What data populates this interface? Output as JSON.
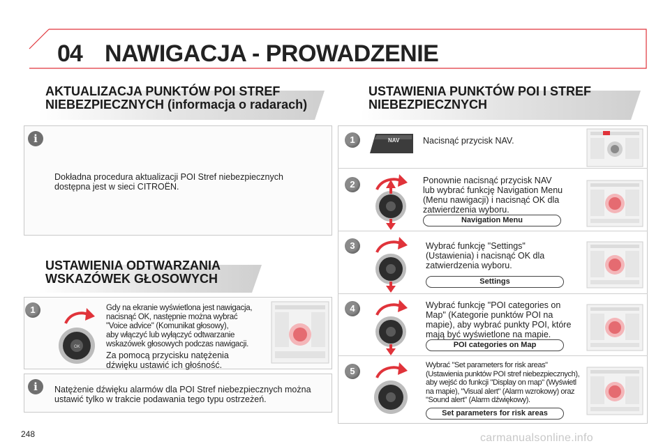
{
  "header": {
    "chapter": "04",
    "title": "NAWIGACJA - PROWADZENIE"
  },
  "left": {
    "section1_title_line1": "AKTUALIZACJA PUNKTÓW POI STREF",
    "section1_title_line2": "NIEBEZPIECZNYCH (informacja o radarach)",
    "info1_line1": "Dokładna procedura aktualizacji POI Stref niebezpiecznych",
    "info1_line2": "dostępna jest w sieci CITROËN.",
    "section2_title_line1": "USTAWIENIA ODTWARZANIA",
    "section2_title_line2": "WSKAZÓWEK GŁOSOWYCH",
    "step1_number": "1",
    "step1_lines": [
      "Gdy na ekranie wyświetlona jest nawigacja,",
      "nacisnąć OK, następnie można wybrać",
      "\"Voice advice\" (Komunikat głosowy),",
      "aby włączyć lub wyłączyć odtwarzanie",
      "wskazówek głosowych podczas nawigacji."
    ],
    "step1_extra_line1": "Za pomocą przycisku natężenia",
    "step1_extra_line2": "dźwięku ustawić ich głośność.",
    "info2_line1": "Natężenie dźwięku alarmów dla POI Stref niebezpiecznych można",
    "info2_line2": "ustawić tylko w trakcie podawania tego typu ostrzeżeń."
  },
  "right": {
    "title_line1": "USTAWIENIA PUNKTÓW POI I STREF",
    "title_line2": "NIEBEZPIECZNYCH",
    "nav_button_label": "NAV",
    "steps": [
      {
        "number": "1",
        "lines": [
          "Nacisnąć przycisk NAV."
        ],
        "pill": ""
      },
      {
        "number": "2",
        "lines": [
          "Ponownie nacisnąć przycisk NAV",
          "lub wybrać funkcję Navigation Menu",
          "(Menu nawigacji) i nacisnąć OK dla",
          "zatwierdzenia wyboru."
        ],
        "pill": "Navigation Menu"
      },
      {
        "number": "3",
        "lines": [
          "Wybrać funkcję \"Settings\"",
          "(Ustawienia) i nacisnąć OK dla",
          "zatwierdzenia wyboru."
        ],
        "pill": "Settings"
      },
      {
        "number": "4",
        "lines": [
          "Wybrać funkcję \"POI categories on",
          "Map\" (Kategorie punktów POI na",
          "mapie), aby wybrać punkty POI, które",
          "mają być wyświetlone na mapie."
        ],
        "pill": "POI categories on Map"
      },
      {
        "number": "5",
        "lines": [
          "Wybrać \"Set parameters for risk areas\"",
          "(Ustawienia punktów POI stref niebezpiecznych),",
          "aby wejść do funkcji \"Display on map\" (Wyświetl",
          "na mapie), \"Visual alert\" (Alarm wzrokowy) oraz",
          "\"Sound alert\" (Alarm dźwiękowy)."
        ],
        "pill": "Set parameters for risk areas"
      }
    ]
  },
  "footer": {
    "page_number": "248",
    "watermark": "carmanualsonline.info"
  },
  "colors": {
    "accent_red": "#e0333a",
    "banner_grey": "#d9d9d9",
    "badge_grey": "#8a8a8a"
  }
}
